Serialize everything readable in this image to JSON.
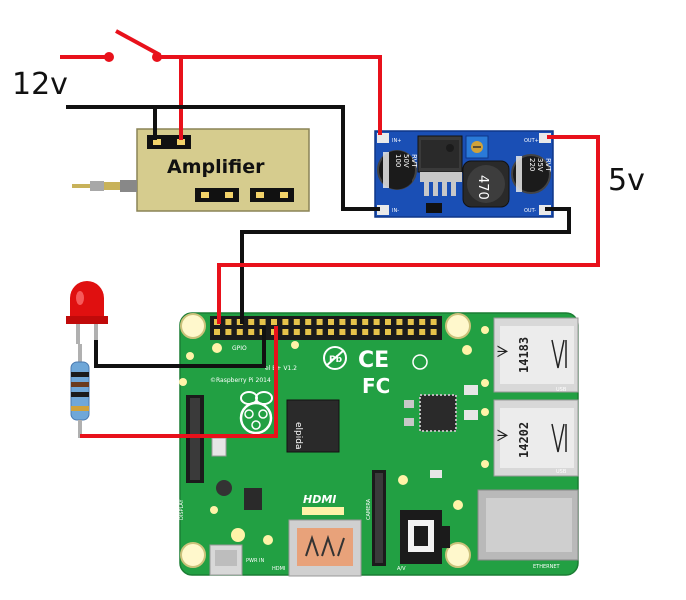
{
  "labels": {
    "input_voltage": "12v",
    "output_voltage": "5v"
  },
  "amplifier": {
    "label": "Amplifier"
  },
  "buck_converter": {
    "pin_in_plus": "IN+",
    "pin_in_minus": "IN-",
    "pin_out_plus": "OUT+",
    "pin_out_minus": "OUT-",
    "inductor_value": "470",
    "cap_left_line1": "100",
    "cap_left_line2": "50V",
    "cap_left_line3": "RVT",
    "cap_right_line1": "220",
    "cap_right_line2": "35V",
    "cap_right_line3": "RVT"
  },
  "raspberry_pi": {
    "model_text": "el B+ V1.2",
    "copyright_text": "©Raspberry Pi 2014",
    "gpio_label": "GPIO",
    "chip_text": "elpida",
    "hdmi_logo": "HDMI",
    "hdmi_port_label": "HDMI",
    "pwr_label": "PWR IN",
    "camera_label": "CAMERA",
    "display_label": "DISPLAY",
    "av_label": "A/V",
    "usb_top_number": "14183",
    "usb_bottom_number": "14202",
    "usb_label": "USB",
    "ethernet_label": "ETHERNET",
    "ce_mark": "CE",
    "fc_mark": "FC",
    "pb_mark": "Pb"
  },
  "colors": {
    "wire_red": "#e8111b",
    "wire_black": "#111111",
    "pcb_green": "#22a043",
    "amp_body": "#d6cc8e",
    "buck_blue": "#1a4fb5",
    "led_red": "#e01010"
  }
}
